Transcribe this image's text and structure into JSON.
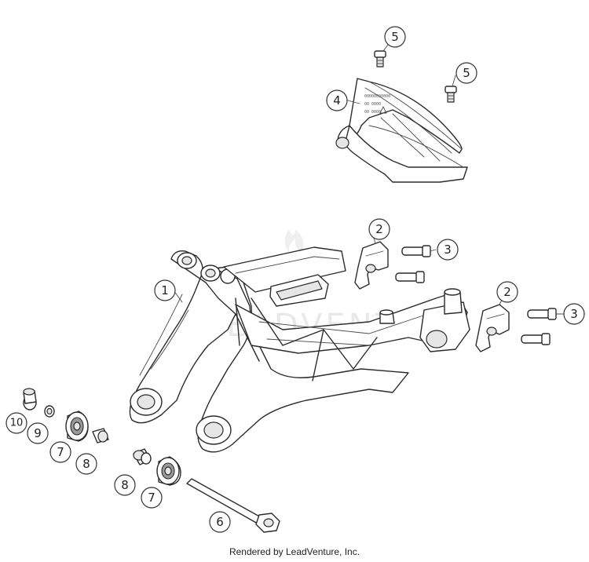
{
  "watermark": "LEADVENTURE",
  "footer_text": "Rendered by LeadVenture, Inc.",
  "cover_label_lines": [
    "00000000000",
    "00 0000",
    "00 0000"
  ],
  "callouts": [
    "1",
    "2",
    "2",
    "3",
    "3",
    "4",
    "5",
    "5",
    "6",
    "7",
    "7",
    "8",
    "8",
    "9",
    "10"
  ]
}
